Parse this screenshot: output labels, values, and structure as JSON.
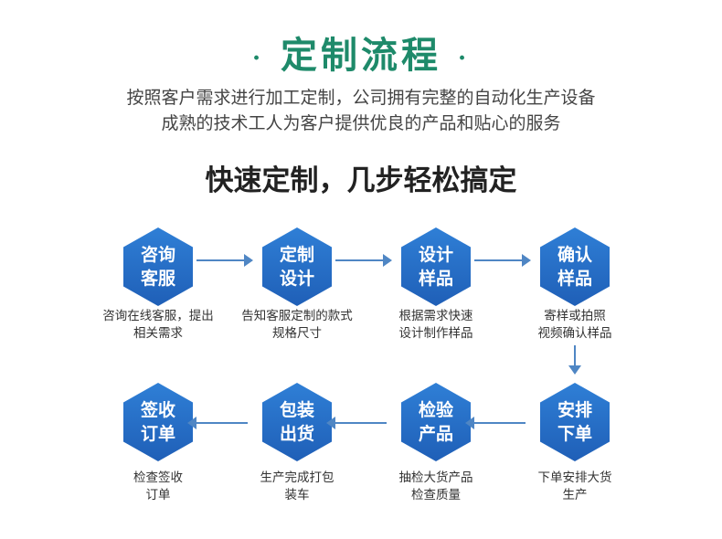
{
  "header": {
    "title": "定制流程",
    "dot": "·",
    "desc_line1": "按照客户需求进行加工定制，公司拥有完整的自动化生产设备",
    "desc_line2": "成熟的技术工人为客户提供优良的产品和贴心的服务",
    "subtitle": "快速定制，几步轻松搞定"
  },
  "colors": {
    "title": "#1e8a6a",
    "hex": "#2a6fc8",
    "arrow": "#4f86c4"
  },
  "steps": [
    {
      "l1": "咨询",
      "l2": "客服",
      "c1": "咨询在线客服，提出",
      "c2": "相关需求"
    },
    {
      "l1": "定制",
      "l2": "设计",
      "c1": "告知客服定制的款式",
      "c2": "规格尺寸"
    },
    {
      "l1": "设计",
      "l2": "样品",
      "c1": "根据需求快速",
      "c2": "设计制作样品"
    },
    {
      "l1": "确认",
      "l2": "样品",
      "c1": "寄样或拍照",
      "c2": "视频确认样品"
    },
    {
      "l1": "安排",
      "l2": "下单",
      "c1": "下单安排大货",
      "c2": "生产"
    },
    {
      "l1": "检验",
      "l2": "产品",
      "c1": "抽检大货产品",
      "c2": "检查质量"
    },
    {
      "l1": "包装",
      "l2": "出货",
      "c1": "生产完成打包",
      "c2": "装车"
    },
    {
      "l1": "签收",
      "l2": "订单",
      "c1": "检查签收",
      "c2": "订单"
    }
  ]
}
